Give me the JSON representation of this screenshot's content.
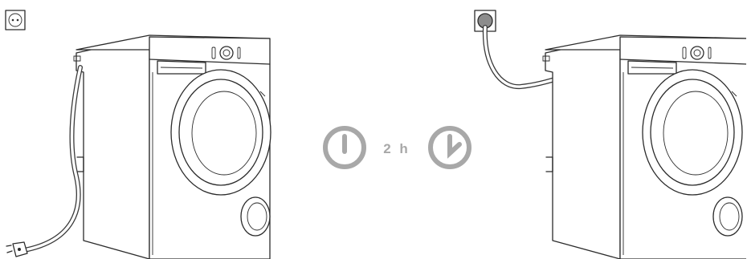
{
  "wait_label": "2 h",
  "colors": {
    "line": "#2b2b2b",
    "clock_gray": "#a8a8a8",
    "plug_gray": "#8c8c8c",
    "background": "#ffffff"
  },
  "steps": [
    {
      "name": "unplugged-washer",
      "socket_state": "empty",
      "clock_icon": "clock-start-icon"
    },
    {
      "name": "plugged-washer",
      "socket_state": "plugged",
      "clock_icon": "clock-end-icon"
    }
  ]
}
